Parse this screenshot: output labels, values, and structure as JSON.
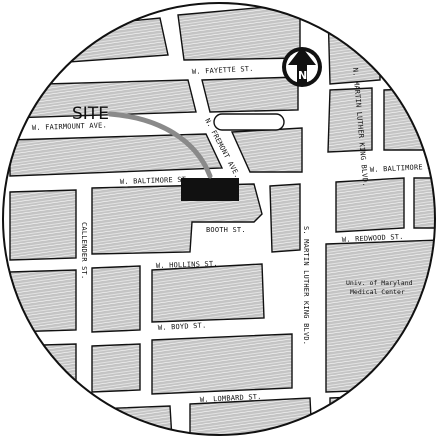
{
  "map": {
    "colors": {
      "block_fill": "#c9c9c9",
      "road_fill": "#ffffff",
      "outline": "#111111",
      "site_fill": "#111111",
      "leader_line": "#8a8a8a"
    },
    "site": {
      "label": "SITE"
    },
    "north_arrow": {
      "label": "N",
      "icon": "north-arrow-icon"
    },
    "streets": {
      "w_fayette": "W. FAYETTE ST.",
      "w_fairmount": "W. FAIRMOUNT AVE.",
      "n_fremont": "N. FREMONT AVE.",
      "w_baltimore_left": "W. BALTIMORE ST.",
      "w_baltimore_right": "W. BALTIMORE ST.",
      "booth": "BOOTH ST.",
      "n_mlk": "N. MARTIN LUTHER KING BLVD.",
      "s_mlk": "S. MARTIN LUTHER KING BLVD.",
      "w_redwood": "W. REDWOOD ST.",
      "callender": "CALLENDER ST.",
      "w_hollins": "W. HOLLINS ST.",
      "w_boyd": "W. BOYD ST.",
      "w_lombard": "W. LOMBARD ST."
    },
    "landmarks": {
      "umd_line1": "Univ. of Maryland",
      "umd_line2": "Medical Center"
    }
  }
}
